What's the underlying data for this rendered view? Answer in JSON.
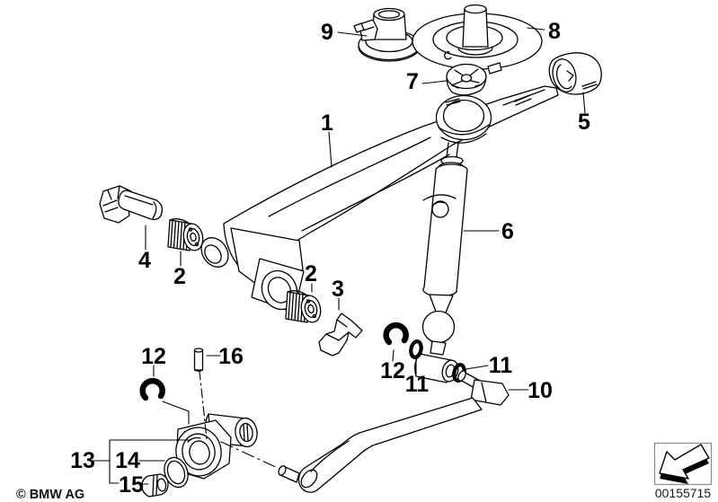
{
  "diagram": {
    "title": "Gearshift linkage exploded parts diagram",
    "colors": {
      "line": "#000000",
      "background": "#ffffff",
      "frame_border": "#8b8b8b"
    }
  },
  "callouts": [
    {
      "label": "1"
    },
    {
      "label": "2"
    },
    {
      "label": "2"
    },
    {
      "label": "3"
    },
    {
      "label": "4"
    },
    {
      "label": "5"
    },
    {
      "label": "6"
    },
    {
      "label": "7"
    },
    {
      "label": "8"
    },
    {
      "label": "9"
    },
    {
      "label": "10"
    },
    {
      "label": "11"
    },
    {
      "label": "11"
    },
    {
      "label": "12"
    },
    {
      "label": "12"
    },
    {
      "label": "13"
    },
    {
      "label": "14"
    },
    {
      "label": "15"
    },
    {
      "label": "16"
    }
  ],
  "footer": {
    "copyright": "© BMW AG",
    "image_id": "00155715"
  }
}
